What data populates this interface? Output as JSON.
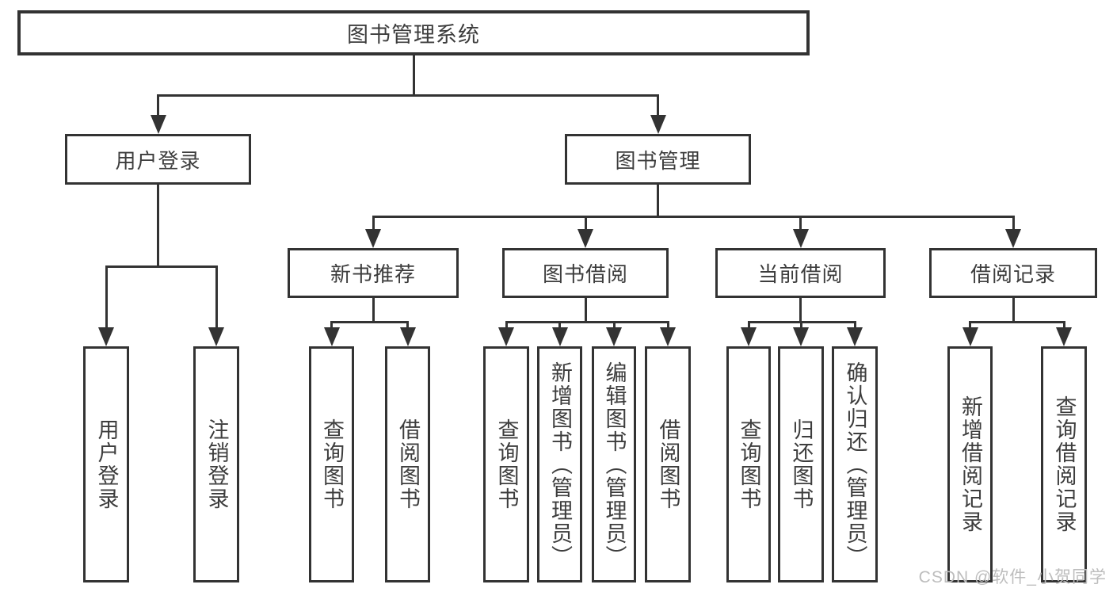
{
  "diagram": {
    "type": "tree",
    "title": "图书管理系统",
    "colors": {
      "line": "#333333",
      "text": "#3d3d3d",
      "box_background": "#ffffff",
      "watermark": "#bdbdbd"
    },
    "nodes": [
      {
        "id": "root",
        "label": "图书管理系统",
        "level": 1
      },
      {
        "id": "login",
        "label": "用户登录",
        "level": 2
      },
      {
        "id": "mgmt",
        "label": "图书管理",
        "level": 2
      },
      {
        "id": "newbook",
        "label": "新书推荐",
        "level": 3
      },
      {
        "id": "bookborrow",
        "label": "图书借阅",
        "level": 3
      },
      {
        "id": "currentborrow",
        "label": "当前借阅",
        "level": 3
      },
      {
        "id": "borrowrecord",
        "label": "借阅记录",
        "level": 3
      },
      {
        "id": "leaf-user-login",
        "label": "用户登录",
        "level": 4
      },
      {
        "id": "leaf-logout",
        "label": "注销登录",
        "level": 4
      },
      {
        "id": "leaf-nb-query",
        "label": "查询图书",
        "level": 4
      },
      {
        "id": "leaf-nb-borrow",
        "label": "借阅图书",
        "level": 4
      },
      {
        "id": "leaf-bb-query",
        "label": "查询图书",
        "level": 4
      },
      {
        "id": "leaf-bb-add",
        "label": "新增图书（管理员）",
        "level": 4
      },
      {
        "id": "leaf-bb-edit",
        "label": "编辑图书（管理员）",
        "level": 4
      },
      {
        "id": "leaf-bb-borrow",
        "label": "借阅图书",
        "level": 4
      },
      {
        "id": "leaf-cb-query",
        "label": "查询图书",
        "level": 4
      },
      {
        "id": "leaf-cb-return",
        "label": "归还图书",
        "level": 4
      },
      {
        "id": "leaf-cb-confirm",
        "label": "确认归还（管理员）",
        "level": 4
      },
      {
        "id": "leaf-br-add",
        "label": "新增借阅记录",
        "level": 4
      },
      {
        "id": "leaf-br-query",
        "label": "查询借阅记录",
        "level": 4
      }
    ],
    "edges": [
      {
        "from": "root",
        "to": [
          "login",
          "mgmt"
        ]
      },
      {
        "from": "login",
        "to": [
          "leaf-user-login",
          "leaf-logout"
        ]
      },
      {
        "from": "mgmt",
        "to": [
          "newbook",
          "bookborrow",
          "currentborrow",
          "borrowrecord"
        ]
      },
      {
        "from": "newbook",
        "to": [
          "leaf-nb-query",
          "leaf-nb-borrow"
        ]
      },
      {
        "from": "bookborrow",
        "to": [
          "leaf-bb-query",
          "leaf-bb-add",
          "leaf-bb-edit",
          "leaf-bb-borrow"
        ]
      },
      {
        "from": "currentborrow",
        "to": [
          "leaf-cb-query",
          "leaf-cb-return",
          "leaf-cb-confirm"
        ]
      },
      {
        "from": "borrowrecord",
        "to": [
          "leaf-br-add",
          "leaf-br-query"
        ]
      }
    ]
  },
  "watermark": {
    "text": "CSDN @软件_小贺同学"
  }
}
